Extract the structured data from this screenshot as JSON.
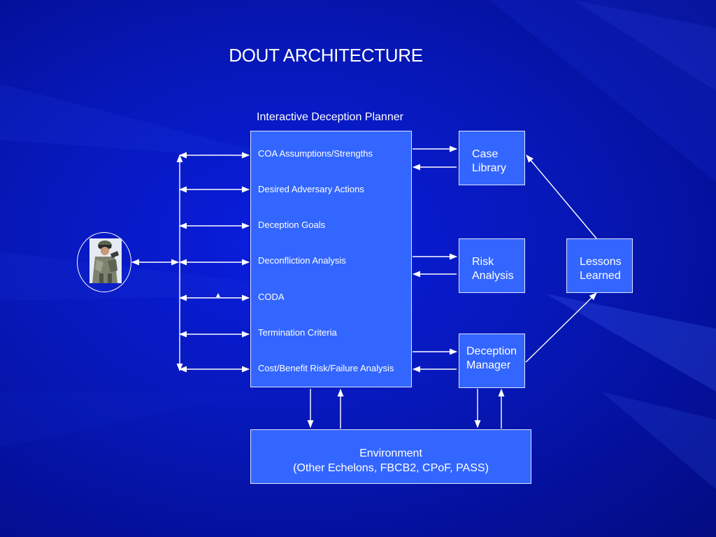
{
  "slide": {
    "title": "DOUT ARCHITECTURE"
  },
  "planner": {
    "label": "Interactive Deception Planner",
    "items": [
      "COA Assumptions/Strengths",
      "Desired Adversary Actions",
      "Deception Goals",
      "Deconfliction Analysis",
      "CODA",
      "Termination Criteria",
      "Cost/Benefit Risk/Failure Analysis"
    ]
  },
  "case_library": {
    "line1": "Case",
    "line2": "Library"
  },
  "risk_analysis": {
    "line1": "Risk",
    "line2": "Analysis"
  },
  "deception_manager": {
    "line1": "Deception",
    "line2": "Manager"
  },
  "lessons_learned": {
    "line1": "Lessons",
    "line2": "Learned"
  },
  "environment": {
    "line1": "Environment",
    "line2": "(Other Echelons, FBCB2, CPoF, PASS)"
  },
  "user": {
    "icon": "soldier-icon"
  },
  "colors": {
    "background": "#0718b8",
    "box_fill": "#3366ff",
    "text": "#ffffff",
    "connector": "#ffffff"
  }
}
